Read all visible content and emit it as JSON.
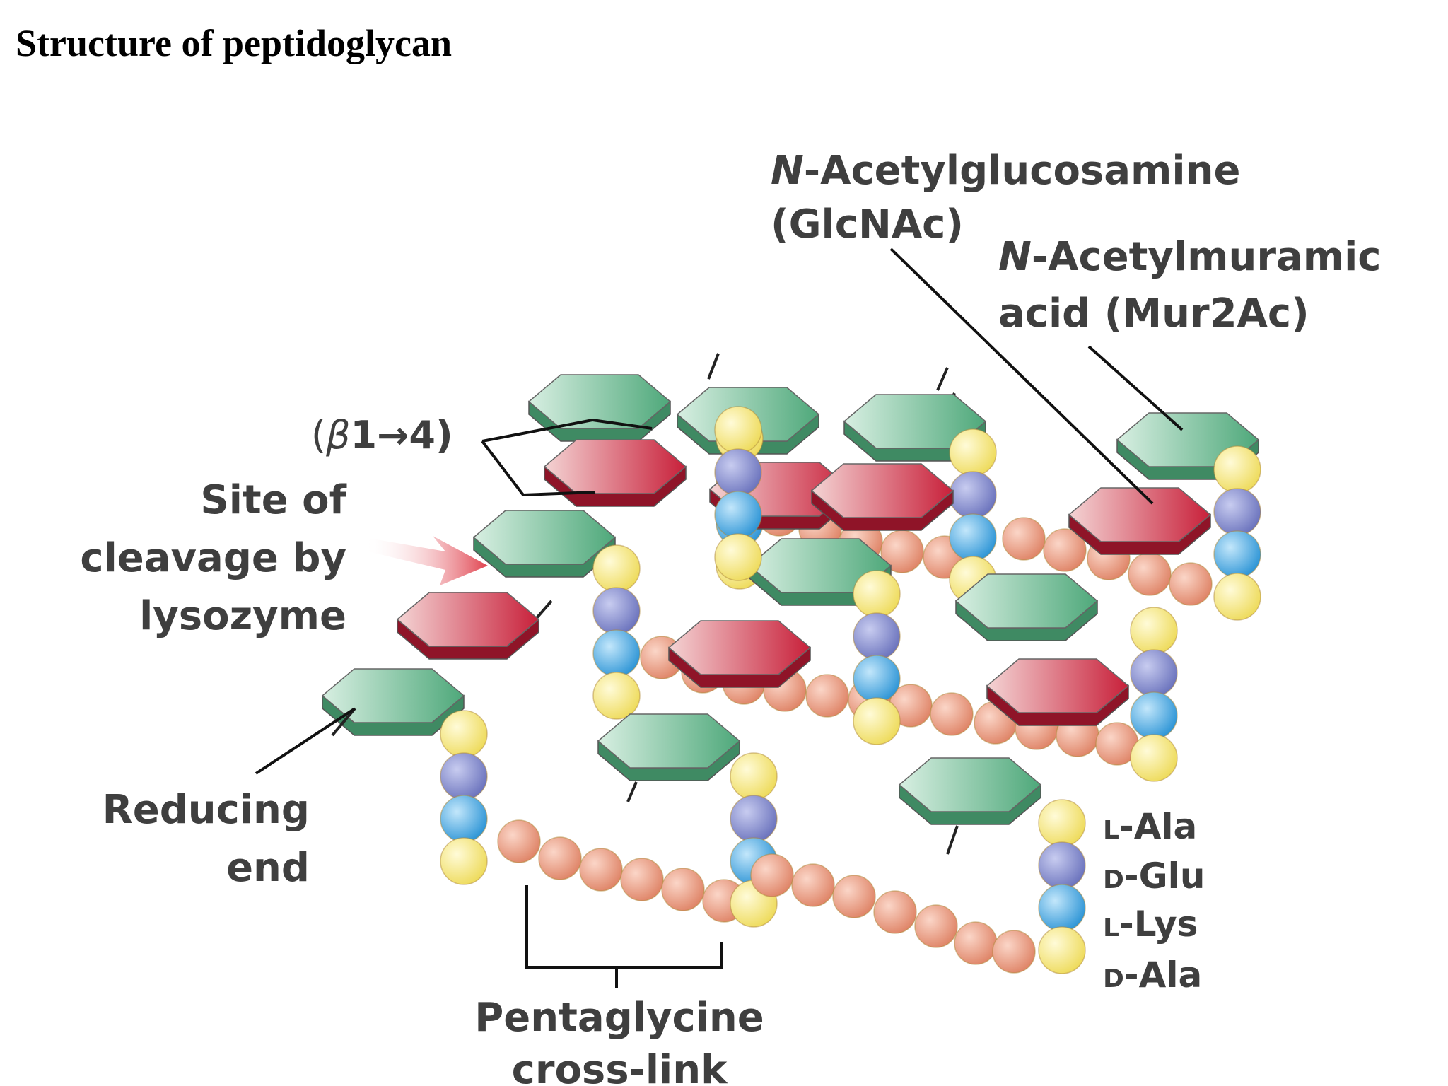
{
  "title": "Structure of peptidoglycan",
  "labels": {
    "glcnac_line1_italic": "N",
    "glcnac_line1_rest": "-Acetylglucosamine",
    "glcnac_line2": "(GlcNAc)",
    "murnac_line1_italic": "N",
    "murnac_line1_rest": "-Acetylmuramic",
    "murnac_line2": "acid (Mur2Ac)",
    "bond_open": "(",
    "bond_beta": "β",
    "bond_rest": "1→4)",
    "lysozyme_line1": "Site of",
    "lysozyme_line2": "cleavage by",
    "lysozyme_line3": "lysozyme",
    "reducing_line1": "Reducing",
    "reducing_line2": "end",
    "pentaglycine_line1": "Pentaglycine",
    "pentaglycine_line2": "cross-link",
    "ala1_prefix": "L",
    "ala1_name": "-Ala",
    "glu_prefix": "D",
    "glu_name": "-Glu",
    "lys_prefix": "L",
    "lys_name": "-Lys",
    "ala2_prefix": "D",
    "ala2_name": "-Ala"
  },
  "colors": {
    "glcnac": "#6fb892",
    "murnac": "#d2434f",
    "l_ala": "#f3e57a",
    "d_glu": "#7d86c8",
    "l_lys": "#4aa6dd",
    "d_ala": "#f3e57a",
    "glycine": "#e7957a",
    "arrow": "#e0424e"
  }
}
